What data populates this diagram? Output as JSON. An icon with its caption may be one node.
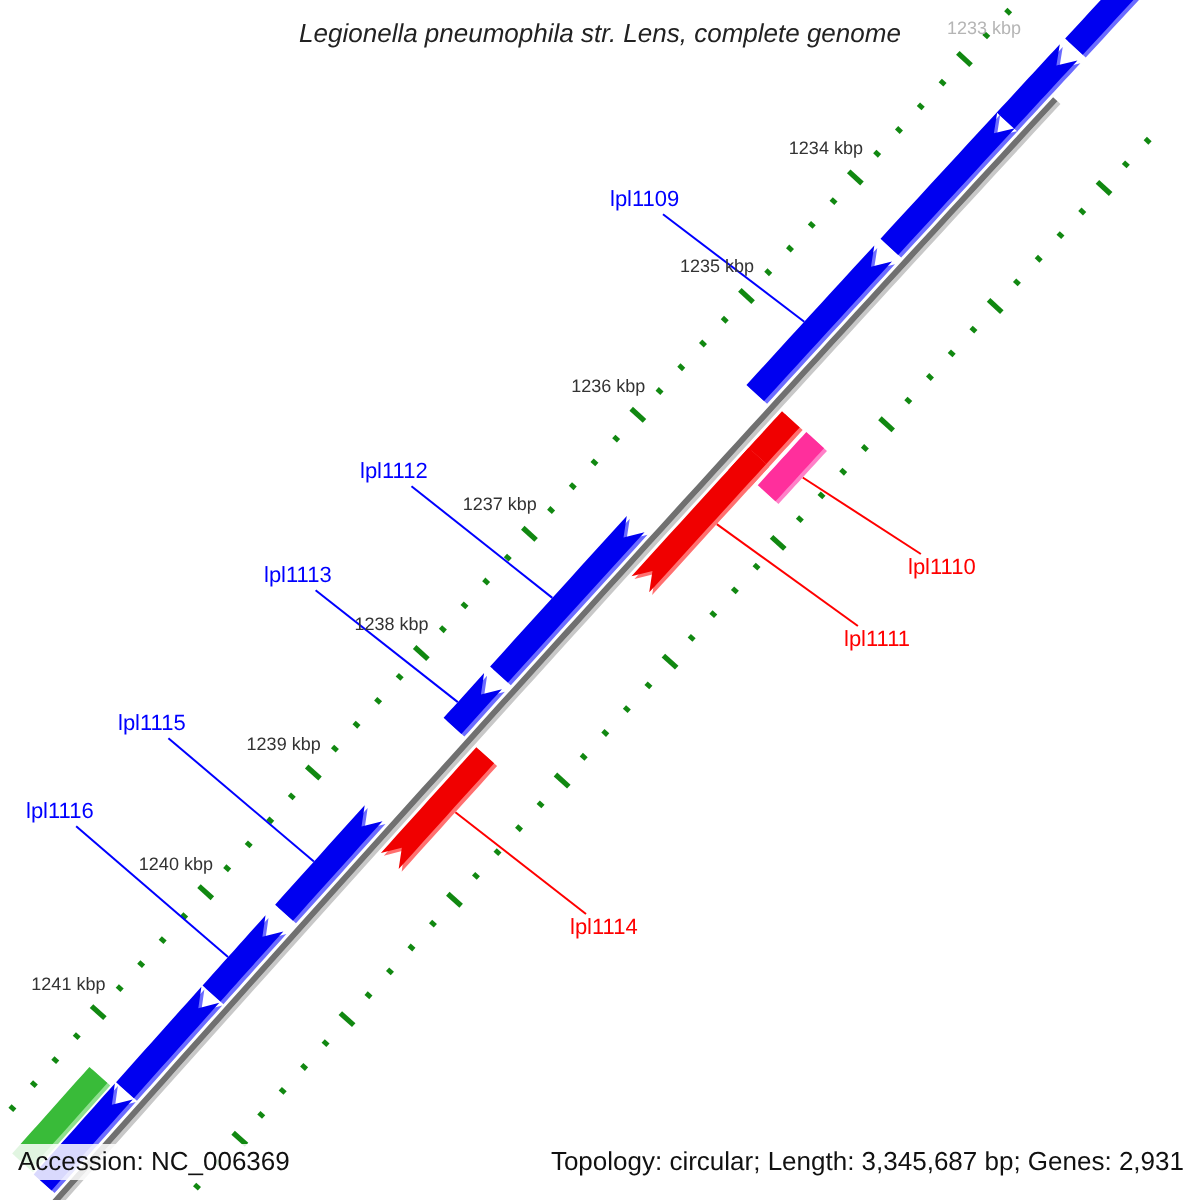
{
  "diagram": {
    "title": "Legionella pneumophila str. Lens, complete genome",
    "nodes": [
      {
        "text": [],
        "shape": "arrow"
      },
      {
        "text": [],
        "shape": "arrow"
      },
      {
        "text": [],
        "shape": "arrow"
      },
      {
        "text": [
          "lpl1109"
        ]
      },
      {
        "text": [],
        "shape": "arrow"
      },
      {
        "text": [],
        "shape": "arrow"
      },
      {
        "text": [],
        "shape": "box"
      },
      {
        "text": [],
        "shape": "arrow"
      },
      {
        "text": [
          "lpl1112"
        ]
      },
      {
        "text": [],
        "shape": "arrow"
      },
      {
        "text": [
          "lpl1110"
        ]
      },
      {
        "text": [
          "lpl1113"
        ]
      },
      {
        "text": [
          "lpl1111"
        ]
      },
      {
        "text": [],
        "shape": "arrow"
      },
      {
        "text": [
          "lpl1115"
        ]
      },
      {
        "text": [],
        "shape": "arrow"
      },
      {
        "text": [
          "lpl1116"
        ]
      },
      {
        "text": [],
        "shape": "arrow"
      },
      {
        "text": [
          "lpl1114"
        ]
      },
      {
        "text": [],
        "shape": "arrow"
      },
      {
        "text": [],
        "shape": "arrow"
      },
      {
        "text": [],
        "shape": "box"
      },
      {
        "text": [],
        "shape": "arrow"
      }
    ],
    "edges": [
      {
        "from": 3,
        "to": 4,
        "arrow": "none"
      },
      {
        "from": 8,
        "to": 9,
        "arrow": "none"
      },
      {
        "from": 10,
        "to": 6,
        "arrow": "none",
        "color": "#ff0000"
      },
      {
        "from": 11,
        "to": 13,
        "arrow": "none"
      },
      {
        "from": 12,
        "to": 7,
        "arrow": "none",
        "color": "#ff0000"
      },
      {
        "from": 14,
        "to": 17,
        "arrow": "none"
      },
      {
        "from": 16,
        "to": 19,
        "arrow": "none"
      },
      {
        "from": 18,
        "to": 15,
        "arrow": "none",
        "color": "#ff0000"
      }
    ],
    "labels": [
      "1233 kbp",
      "1234 kbp",
      "1235 kbp",
      "1236 kbp",
      "1237 kbp",
      "1238 kbp",
      "1239 kbp",
      "1240 kbp",
      "1241 kbp",
      "Accession: NC_006369",
      "Topology: circular; Length: 3,345,687 bp; Genes: 2,931"
    ]
  }
}
